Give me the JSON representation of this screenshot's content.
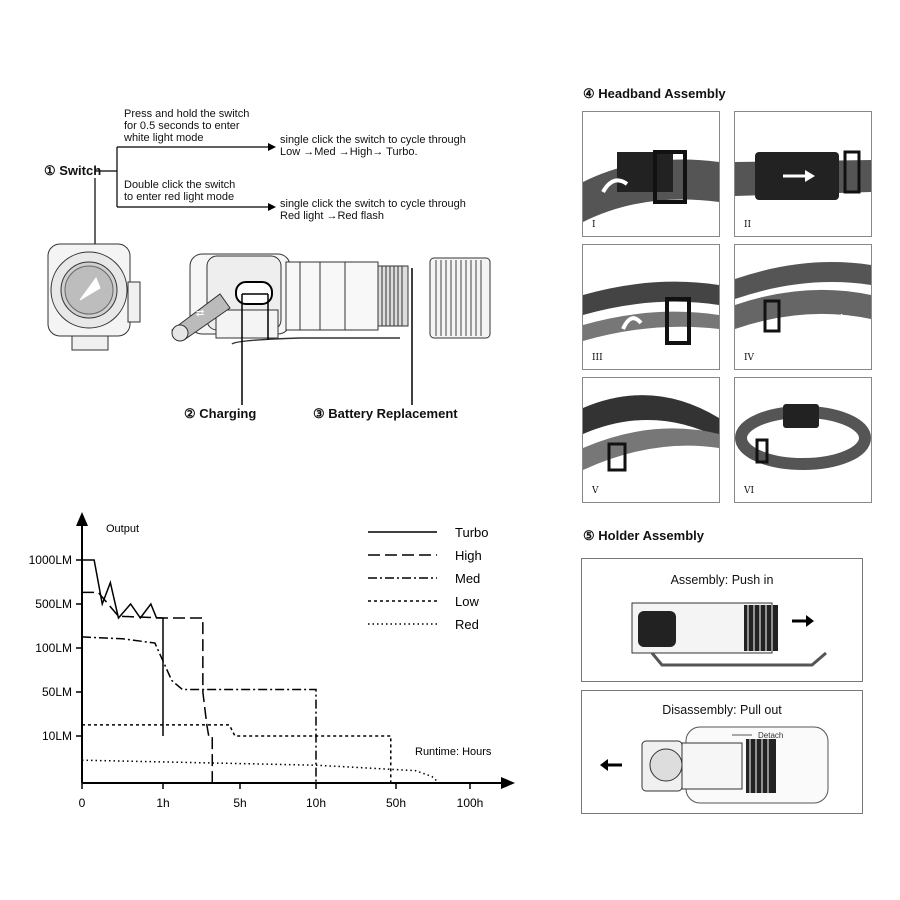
{
  "switch": {
    "label": "① Switch",
    "hold_instruction": "Press and hold the switch\nfor 0.5 seconds to enter\nwhite light mode",
    "white_cycle": "single click the switch to cycle through\nLow →Med →High→ Turbo.",
    "double_instruction": "Double click the switch\nto enter red light mode",
    "red_cycle": "single click the switch to cycle through\nRed light →Red flash"
  },
  "charging": {
    "label": "② Charging"
  },
  "battery": {
    "label": "③ Battery Replacement"
  },
  "headband": {
    "title": "④ Headband Assembly",
    "steps": [
      "I",
      "II",
      "III",
      "IV",
      "V",
      "VI"
    ]
  },
  "holder": {
    "title": "⑤ Holder Assembly",
    "assembly": "Assembly: Push in",
    "disassembly": "Disassembly: Pull out",
    "detach": "Detach"
  },
  "chart_data": {
    "type": "line",
    "ylabel": "Output",
    "xlabel": "Runtime: Hours",
    "y_scale": "log",
    "y_ticks": [
      "1000LM",
      "500LM",
      "100LM",
      "50LM",
      "10LM"
    ],
    "x_ticks": [
      "0",
      "1h",
      "5h",
      "10h",
      "50h",
      "100h"
    ],
    "legend_position": "top-right",
    "series": [
      {
        "name": "Turbo",
        "style": "solid",
        "points": [
          [
            0,
            1000
          ],
          [
            0.15,
            1000
          ],
          [
            0.25,
            500
          ],
          [
            0.35,
            700
          ],
          [
            0.45,
            300
          ],
          [
            0.6,
            500
          ],
          [
            0.72,
            300
          ],
          [
            0.85,
            500
          ],
          [
            0.92,
            300
          ],
          [
            1,
            300
          ],
          [
            1,
            10
          ]
        ]
      },
      {
        "name": "High",
        "style": "dashed",
        "points": [
          [
            0,
            600
          ],
          [
            0.2,
            600
          ],
          [
            0.45,
            320
          ],
          [
            1,
            300
          ],
          [
            2.3,
            300
          ],
          [
            2.3,
            50
          ],
          [
            2.5,
            15
          ],
          [
            2.6,
            10
          ],
          [
            2.8,
            10
          ],
          [
            2.8,
            5
          ]
        ]
      },
      {
        "name": "Med",
        "style": "dashdot",
        "points": [
          [
            0,
            150
          ],
          [
            0.5,
            140
          ],
          [
            0.9,
            120
          ],
          [
            1.2,
            60
          ],
          [
            1.5,
            52
          ],
          [
            10,
            52
          ],
          [
            10,
            5
          ]
        ]
      },
      {
        "name": "Low",
        "style": "dotted",
        "points": [
          [
            0,
            15
          ],
          [
            4,
            15
          ],
          [
            4.5,
            10
          ],
          [
            45,
            10
          ],
          [
            45,
            5
          ]
        ]
      },
      {
        "name": "Red",
        "style": "fine-dotted",
        "points": [
          [
            0,
            7
          ],
          [
            10,
            6.5
          ],
          [
            60,
            6
          ],
          [
            70,
            5.5
          ],
          [
            75,
            5
          ]
        ]
      }
    ]
  }
}
